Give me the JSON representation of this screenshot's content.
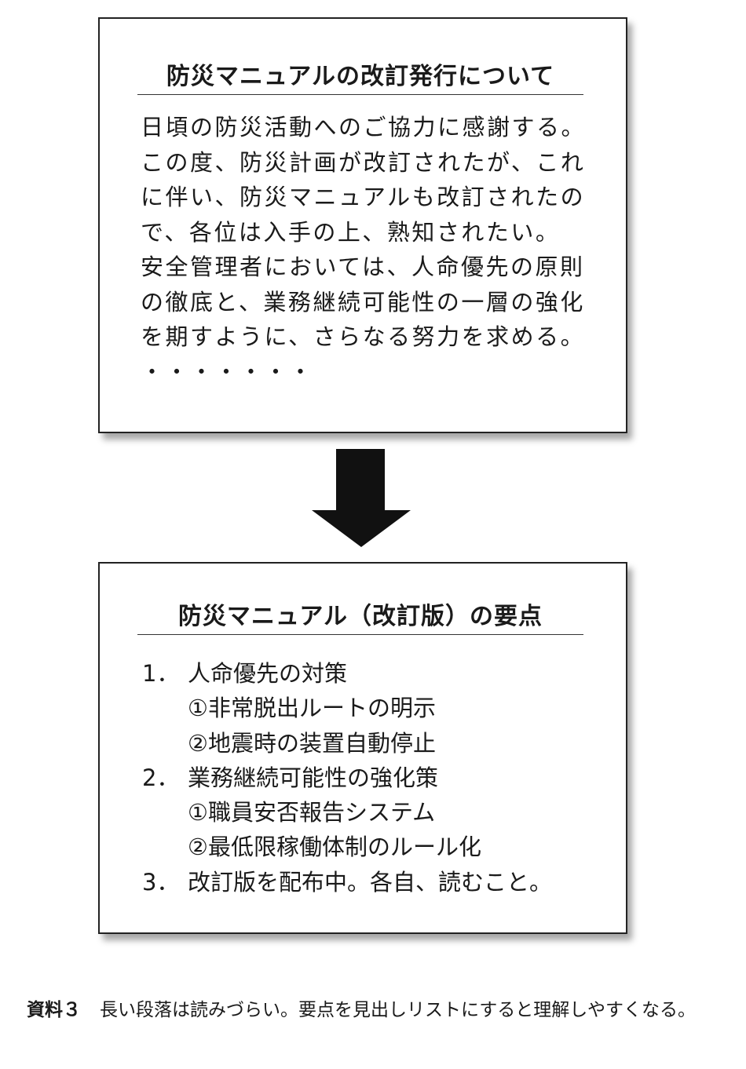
{
  "original_notice": {
    "title": "防災マニュアルの改訂発行について",
    "lines": [
      "日頃の防災活動へのご協力に感謝する。",
      "この度、防災計画が改訂されたが、これ",
      "に伴い、防災マニュアルも改訂されたの",
      "で、各位は入手の上、熟知されたい。",
      "安全管理者においては、人命優先の原則",
      "の徹底と、業務継続可能性の一層の強化",
      "を期すように、さらなる努力を求める。",
      "・・・・・・・"
    ]
  },
  "arrow_icon": "down-arrow",
  "summary": {
    "title": "防災マニュアル（改訂版）の要点",
    "items": [
      {
        "num": "1．",
        "text": "人命優先の対策",
        "subs": [
          "①非常脱出ルートの明示",
          "②地震時の装置自動停止"
        ]
      },
      {
        "num": "2．",
        "text": "業務継続可能性の強化策",
        "subs": [
          "①職員安否報告システム",
          "②最低限稼働体制のルール化"
        ]
      },
      {
        "num": "3．",
        "text": "改訂版を配布中。各自、読むこと。"
      }
    ]
  },
  "caption": {
    "label": "資料３",
    "text": "長い段落は読みづらい。要点を見出しリストにすると理解しやすくなる。"
  }
}
